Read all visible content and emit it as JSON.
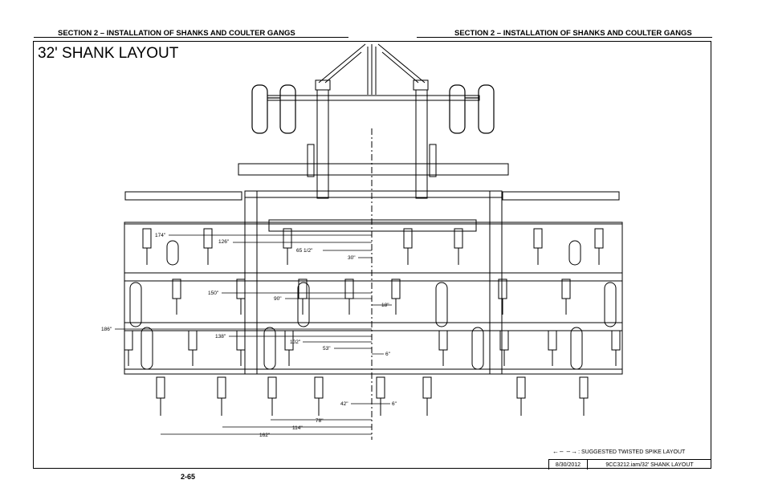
{
  "header": {
    "left": "SECTION 2 – INSTALLATION OF SHANKS AND COULTER GANGS",
    "right": "SECTION 2 – INSTALLATION OF SHANKS AND COULTER GANGS"
  },
  "title": "32' SHANK LAYOUT",
  "dimensions": {
    "d174": "174\"",
    "d126": "126\"",
    "d65_5": "65 1/2\"",
    "d30": "30\"",
    "d150": "150\"",
    "d90": "90\"",
    "d18": "18\"",
    "d186": "186\"",
    "d138": "138\"",
    "d102": "102\"",
    "d53": "53\"",
    "d6a": "6\"",
    "d42": "42\"",
    "d6b": "6\"",
    "d78": "78\"",
    "d114": "114\"",
    "d162": "162\""
  },
  "legend": {
    "symbol": "←– –→",
    "text": ": SUGGESTED TWISTED SPIKE LAYOUT"
  },
  "footer": {
    "date": "8/30/2012",
    "file": "9CC3212.iam/32' SHANK LAYOUT",
    "page": "2-65"
  }
}
